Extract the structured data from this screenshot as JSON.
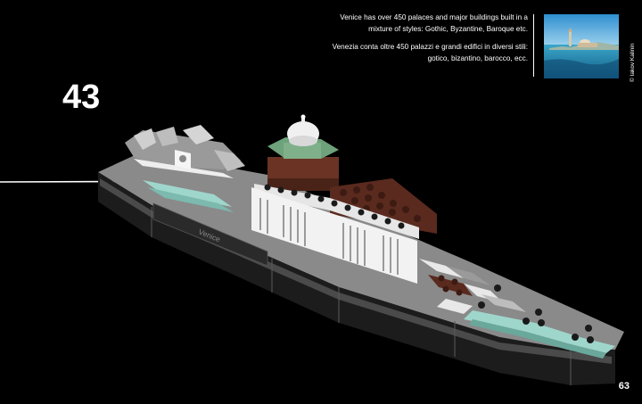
{
  "step": {
    "number": "43"
  },
  "caption": {
    "english": "Venice has over 450 palaces and major buildings built in a mixture of styles: Gothic, Byzantine, Baroque etc.",
    "italian": "Venezia conta oltre 450 palazzi e grandi edifici in diversi stili: gotico, bizantino, barocco, ecc."
  },
  "photo": {
    "credit": "© Iakov Kalinin"
  },
  "model": {
    "nameplate": "Venice"
  },
  "page": {
    "number": "63"
  },
  "colors": {
    "background": "#000000",
    "brick_brown": "#5a2a1e",
    "light_gray": "#bdbdbd",
    "dark_gray": "#3a3a3a",
    "teal": "#9fd6cc",
    "green": "#6fa27d"
  }
}
